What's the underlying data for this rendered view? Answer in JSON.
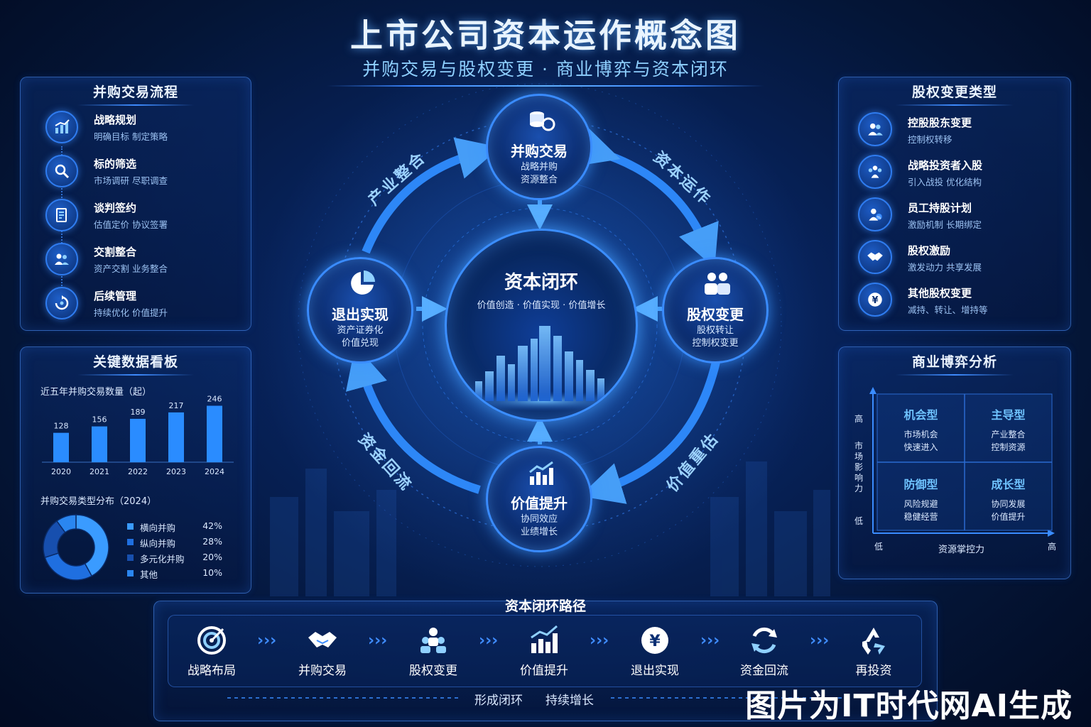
{
  "title": "上市公司资本运作概念图",
  "subtitle": "并购交易与股权变更 · 商业博弈与资本闭环",
  "left_flow": {
    "title": "并购交易流程",
    "items": [
      {
        "name": "战略规划",
        "desc": "明确目标  制定策略",
        "icon": "chart-icon"
      },
      {
        "name": "标的筛选",
        "desc": "市场调研  尽职调查",
        "icon": "search-icon"
      },
      {
        "name": "谈判签约",
        "desc": "估值定价  协议签署",
        "icon": "document-icon"
      },
      {
        "name": "交割整合",
        "desc": "资产交割  业务整合",
        "icon": "people-icon"
      },
      {
        "name": "后续管理",
        "desc": "持续优化  价值提升",
        "icon": "cycle-icon"
      }
    ]
  },
  "dashboard": {
    "title": "关键数据看板",
    "bar_title": "近五年并购交易数量（起）",
    "donut_title": "并购交易类型分布（2024）"
  },
  "chart_data": [
    {
      "type": "bar",
      "title": "近五年并购交易数量（起）",
      "categories": [
        "2020",
        "2021",
        "2022",
        "2023",
        "2024"
      ],
      "values": [
        128,
        156,
        189,
        217,
        246
      ],
      "ylim": [
        0,
        260
      ],
      "color": "#2a8cff"
    },
    {
      "type": "pie",
      "title": "并购交易类型分布（2024）",
      "labels": [
        "横向并购",
        "纵向并购",
        "多元化并购",
        "其他"
      ],
      "values": [
        42,
        28,
        20,
        10
      ],
      "value_labels": [
        "42%",
        "28%",
        "20%",
        "10%"
      ],
      "colors": [
        "#3a9bff",
        "#1f6fe0",
        "#174fae",
        "#2a86f0"
      ]
    }
  ],
  "cycle": {
    "center_title": "资本闭环",
    "center_sub": "价值创造 · 价值实现 · 价值增长",
    "nodes": {
      "top": {
        "name": "并购交易",
        "sub1": "战略并购",
        "sub2": "资源整合",
        "icon": "coins-icon"
      },
      "right": {
        "name": "股权变更",
        "sub1": "股权转让",
        "sub2": "控制权变更",
        "icon": "people-icon"
      },
      "bottom": {
        "name": "价值提升",
        "sub1": "协同效应",
        "sub2": "业绩增长",
        "icon": "growth-icon"
      },
      "left": {
        "name": "退出实现",
        "sub1": "资产证券化",
        "sub2": "价值兑现",
        "icon": "pie-icon"
      }
    },
    "ring_labels": {
      "top_left": "产业整合",
      "top_right": "资本运作",
      "bottom_right": "价值重估",
      "bottom_left": "资金回流"
    }
  },
  "right_equity": {
    "title": "股权变更类型",
    "items": [
      {
        "name": "控股股东变更",
        "desc": "控制权转移"
      },
      {
        "name": "战略投资者入股",
        "desc": "引入战投  优化结构"
      },
      {
        "name": "员工持股计划",
        "desc": "激励机制  长期绑定"
      },
      {
        "name": "股权激励",
        "desc": "激发动力  共享发展"
      },
      {
        "name": "其他股权变更",
        "desc": "减持、转让、增持等"
      }
    ]
  },
  "game": {
    "title": "商业博弈分析",
    "y_axis": "市场影响力",
    "y_high": "高",
    "y_low": "低",
    "x_axis": "资源掌控力",
    "x_low": "低",
    "x_high": "高",
    "quadrants": {
      "tl": {
        "name": "机会型",
        "d1": "市场机会",
        "d2": "快速进入"
      },
      "tr": {
        "name": "主导型",
        "d1": "产业整合",
        "d2": "控制资源"
      },
      "bl": {
        "name": "防御型",
        "d1": "风险规避",
        "d2": "稳健经营"
      },
      "br": {
        "name": "成长型",
        "d1": "协同发展",
        "d2": "价值提升"
      }
    }
  },
  "path": {
    "title": "资本闭环路径",
    "steps": [
      "战略布局",
      "并购交易",
      "股权变更",
      "价值提升",
      "退出实现",
      "资金回流",
      "再投资"
    ],
    "footer_a": "形成闭环",
    "footer_b": "持续增长"
  },
  "watermark": "图片为IT时代网AI生成",
  "colors": {
    "accent": "#3a8cff",
    "text": "#dbe9ff",
    "bg": "#041536"
  }
}
